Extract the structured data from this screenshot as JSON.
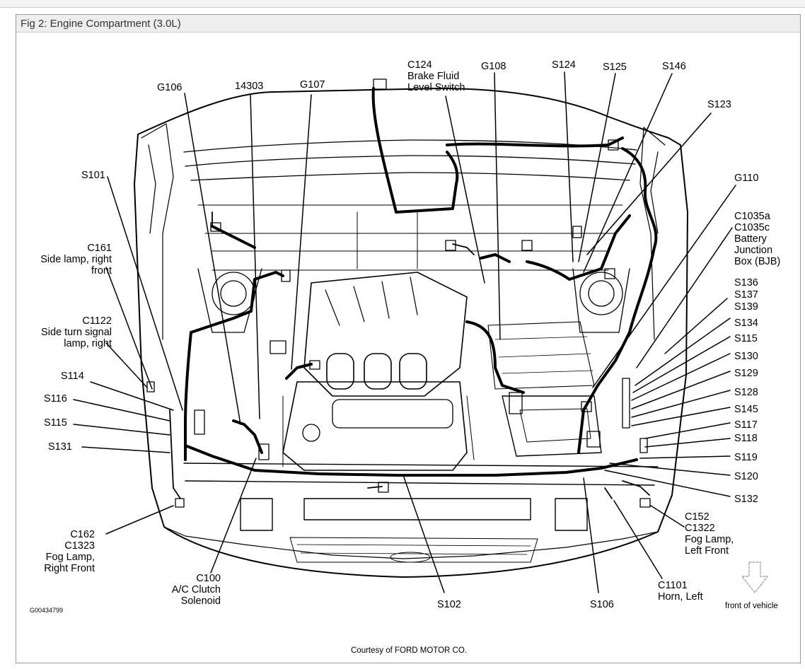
{
  "figure": {
    "title": "Fig 2: Engine Compartment (3.0L)",
    "figure_id": "G00434799",
    "credit": "Courtesy of FORD MOTOR CO.",
    "orientation_label": "front of vehicle"
  },
  "callouts": {
    "g106": [
      "G106"
    ],
    "n14303": [
      "14303"
    ],
    "g107": [
      "G107"
    ],
    "c124": [
      "C124",
      "Brake Fluid",
      "Level Switch"
    ],
    "g108": [
      "G108"
    ],
    "s124": [
      "S124"
    ],
    "s125": [
      "S125"
    ],
    "s146": [
      "S146"
    ],
    "s123": [
      "S123"
    ],
    "s101": [
      "S101"
    ],
    "c161": [
      "C161",
      "Side lamp, right",
      "front"
    ],
    "c1122": [
      "C1122",
      "Side turn signal",
      "lamp, right"
    ],
    "s114": [
      "S114"
    ],
    "s116": [
      "S116"
    ],
    "s115l": [
      "S115"
    ],
    "s131": [
      "S131"
    ],
    "c162": [
      "C162",
      "C1323",
      "Fog Lamp,",
      "Right Front"
    ],
    "c100": [
      "C100",
      "A/C Clutch",
      "Solenoid"
    ],
    "s102": [
      "S102"
    ],
    "s106": [
      "S106"
    ],
    "c1101": [
      "C1101",
      "Horn, Left"
    ],
    "c152": [
      "C152",
      "C1322",
      "Fog Lamp,",
      "Left Front"
    ],
    "g110": [
      "G110"
    ],
    "c1035": [
      "C1035a",
      "C1035c",
      "Battery",
      "Junction",
      "Box (BJB)"
    ],
    "s136": [
      "S136"
    ],
    "s137": [
      "S137"
    ],
    "s139": [
      "S139"
    ],
    "s134": [
      "S134"
    ],
    "s115r": [
      "S115"
    ],
    "s130": [
      "S130"
    ],
    "s129": [
      "S129"
    ],
    "s128": [
      "S128"
    ],
    "s145": [
      "S145"
    ],
    "s117": [
      "S117"
    ],
    "s118": [
      "S118"
    ],
    "s119": [
      "S119"
    ],
    "s120": [
      "S120"
    ],
    "s132": [
      "S132"
    ]
  }
}
